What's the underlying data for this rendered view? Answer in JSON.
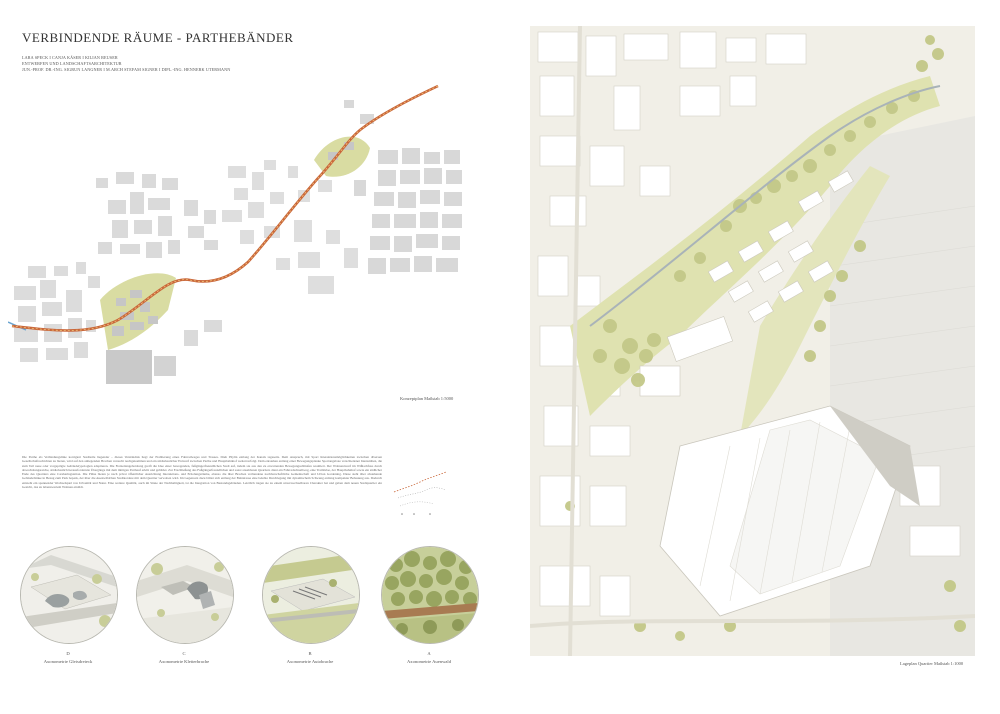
{
  "header": {
    "title": "VERBINDENDE RÄUME - PARTHEBÄNDER",
    "authors": "LARA SPECK I CANJA KÄSER I KILIAN REUSER",
    "program": "ENTWERFEN UND LANDSCHAFTSARCHITEKTUR",
    "supervisors": "JUN.-PROF. DR.-ING. SIGRUN LANGNER I M.ARCH STEFAM SIGNER I DIPL.-ING. HENNERK UTERMANN"
  },
  "concept_map": {
    "caption": "Konzeptplan Maßstab 1:5000"
  },
  "description": {
    "text": "Die Parthe als Verbindungslinie korrigiert Stadtteile liegender – dieses Verständnis liegt der Etablierung eines Fahrradweges und Trasses. Dieh Phylin entlang der Kanals tageseits. Dem Anspruch, mit Sport Interaktionsmöglichkeiten zwischen diversen Gesellschaftsschichten zu bieten, wird auf den anliegenden Brachen versucht nachgekommen und ein städtebaulicher Entwurf zwischen Parthe und Hauptbahnhof weiterverfolgt. Dem entstehen entlang einer Bewegungsplanke Sportangebote verschiedener Intensitäten, die zum Teil neue oder vorgeprägte Gebäudetypologien adaptieren. Die Freizeitangebotslung greift die Idee einer bewegenden, fußgängerfreundlichen Stadt auf, indem sie aus den zu erwartenden Bewegungsabläufen resultiert. Der Wohnentwurf im Wißlachfuss durch abwechslungsreiche, städtebaulich herausfordernde Übergänge mit dem mittigen Parthauf erlebt und gebildet. Zur Erschließung des Fußgängerfreundlichen und sonst ansehbaren Quartiers dient ein Fahrradschnellweg, eine Trambrise, der Hauptbahnhof sowie ein südlicher Ende des Quartiers eine Carsharingstation. Die Pläne bieten je nach privat öffentlicher Ausrichtung Interaktions- und Erholungsräume, ebenso die über Brachen verbundene nachbarschaftliche Gemeinschaft und Urban Gardening. Diese steht über abstehende Gebäudebänke in Bezug zum Park bepark, der über die Auenwäldchen Stadtkordere mit dem Quartier verwoben wird. Im Gegensatz dazu bildet sich entlang der Bahntrasse eine belebte Durchlegung mit dynamischem Schwung entlang kompakter Bebauung aus. Dadurch entsteht ein spannender Wechselspiel von Urbanität und Natur. Eine weitere Qualität, auch im Sinne der Nachhaltigkeit, ist die Integration von Bestandsgebäuden. Letztlich tragen sie zu einem unverwechselbaren Charakter bei und geben dem neuen Stadtquartier ein Gesicht, das zu lebenswertem Wohnen einlädt."
  },
  "axonometries": [
    {
      "letter": "D",
      "name": "Axonometrie Gleisdreieck"
    },
    {
      "letter": "C",
      "name": "Axonometrie Kletterbrache"
    },
    {
      "letter": "B",
      "name": "Axonometrie Autobrache"
    },
    {
      "letter": "A",
      "name": "Axonometrie Auenwald"
    }
  ],
  "site_plan": {
    "caption": "Lageplan Quartier Maßstab 1:1000"
  },
  "colors": {
    "route": "#c9673a",
    "green": "#d7dca6",
    "tree": "#b9bf7a",
    "building": "#d9d9d9",
    "ground": "#f1efe7"
  }
}
